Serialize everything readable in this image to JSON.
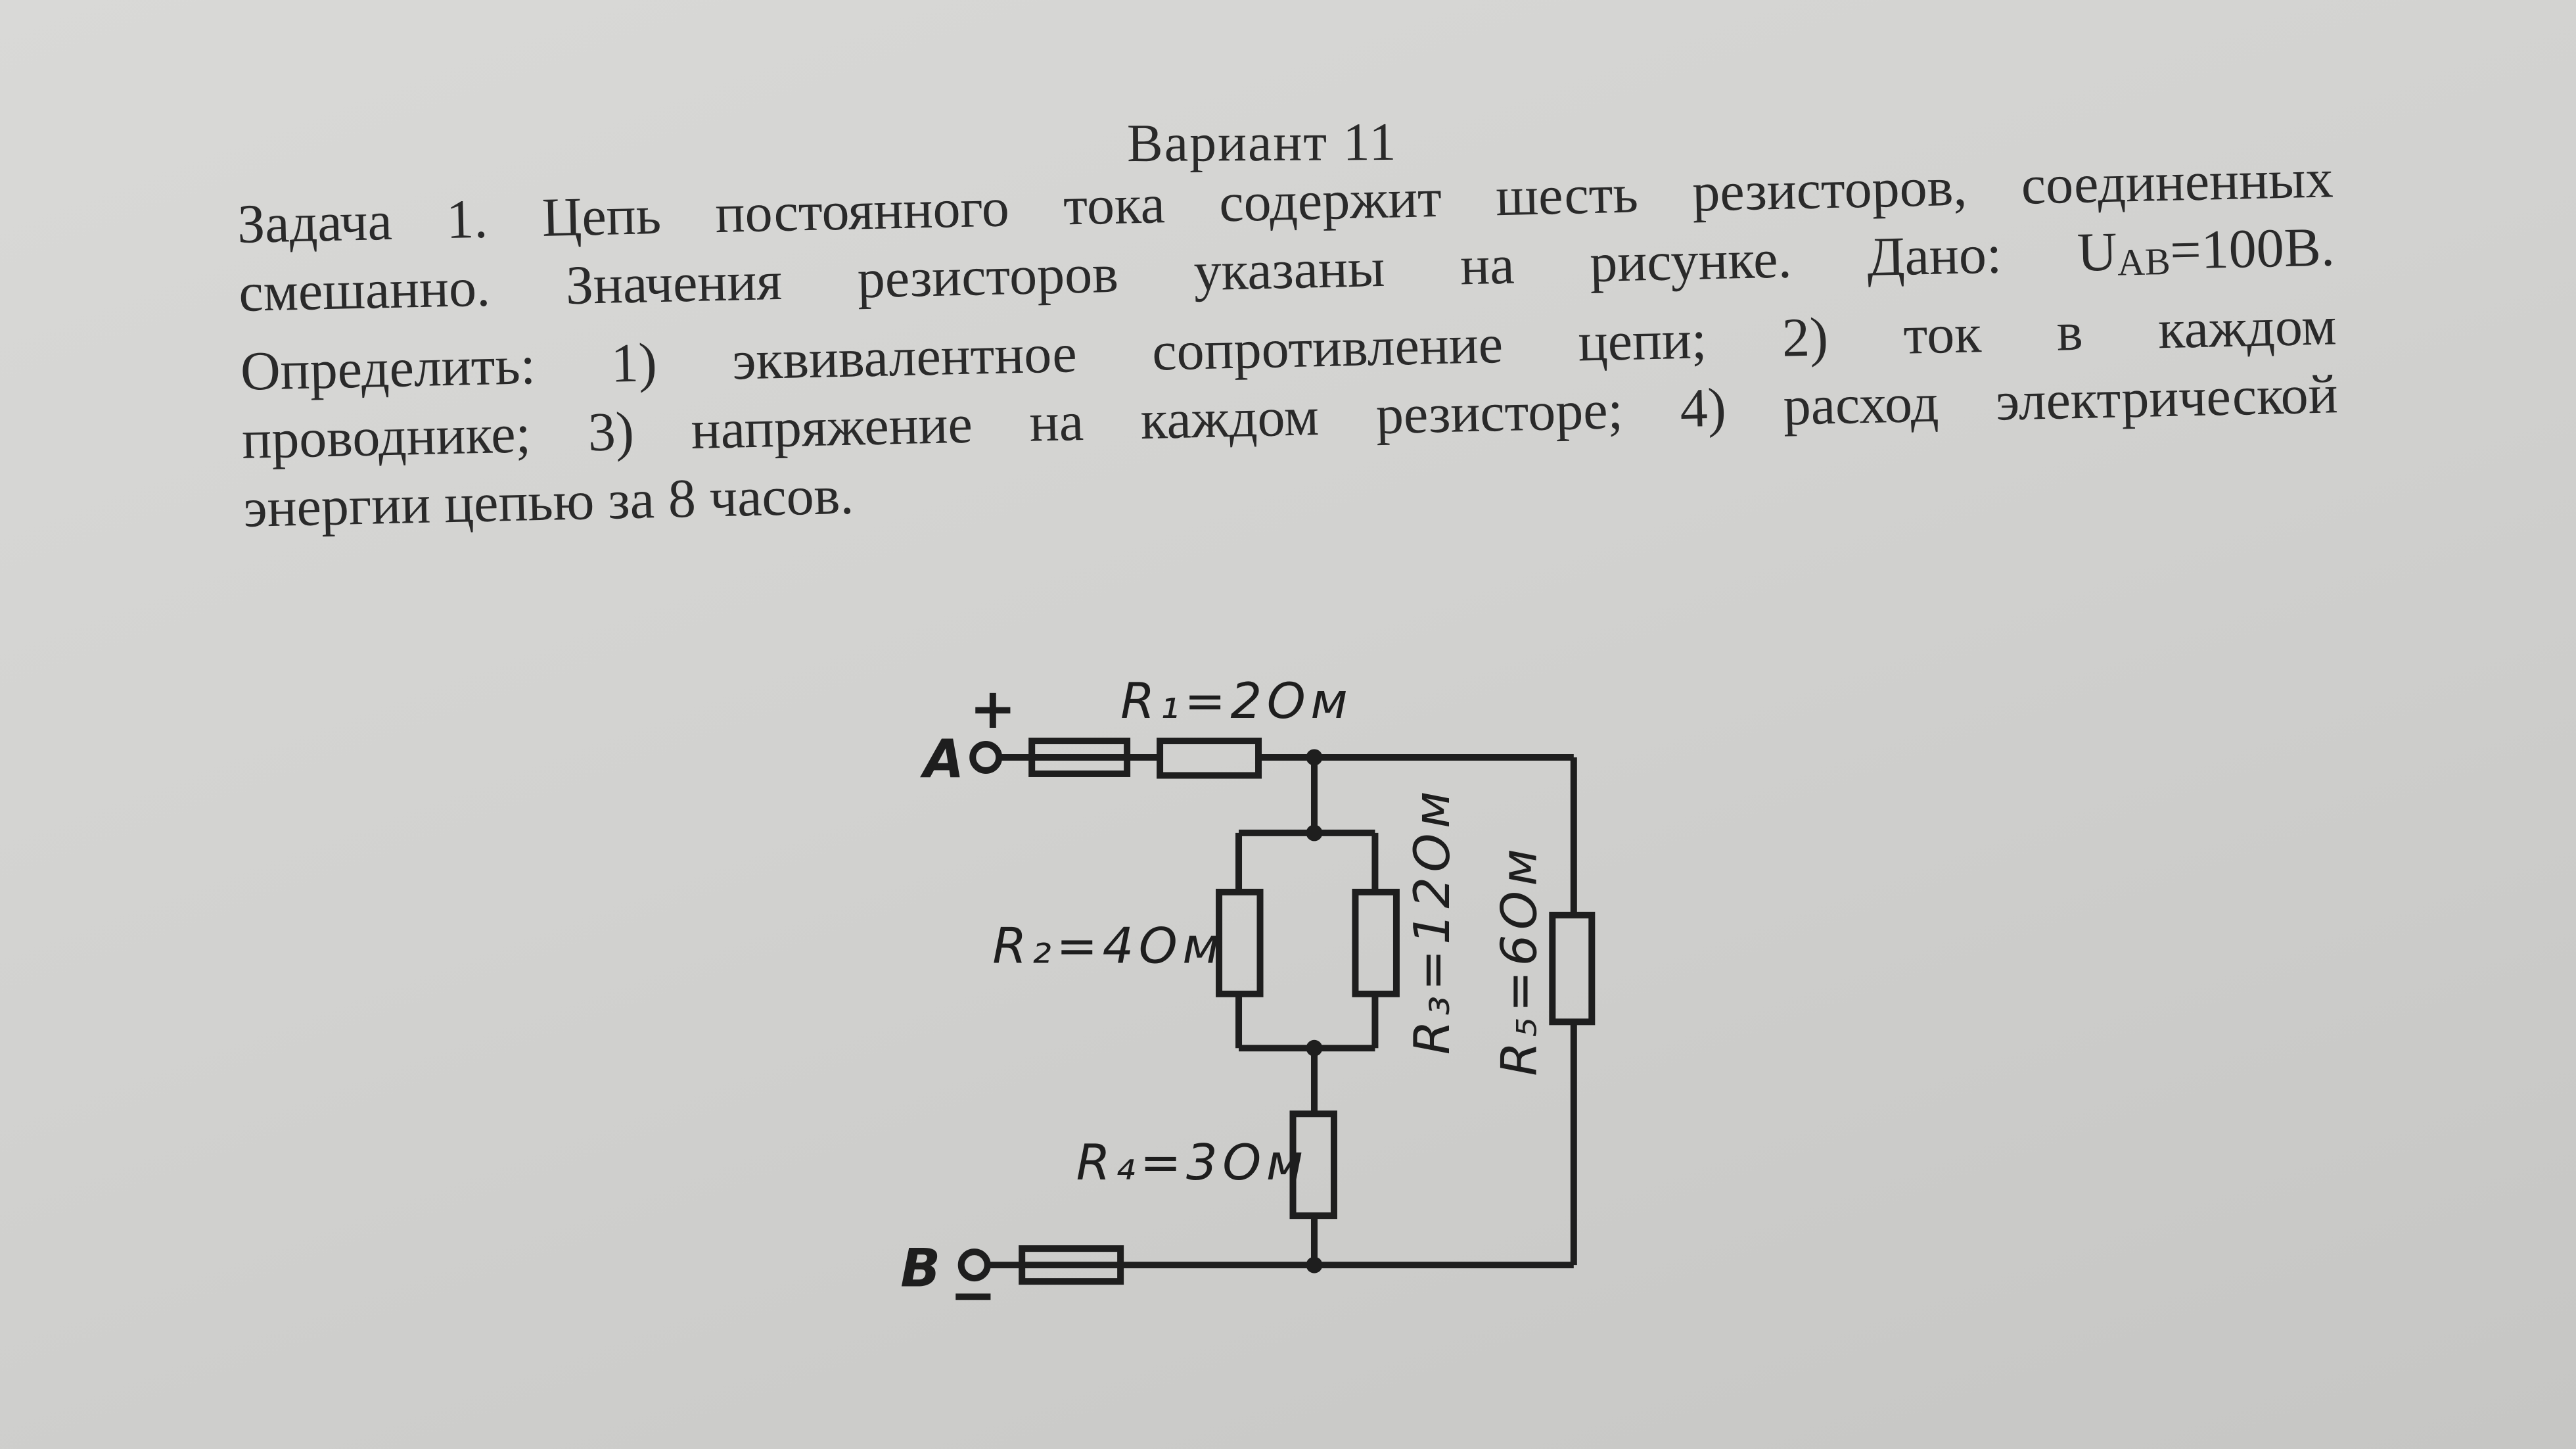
{
  "title": "Вариант 11",
  "task": {
    "lines": [
      "Задача 1. Цепь постоянного тока содержит шесть резисторов, соединенных",
      "смешанно. Значения резисторов указаны на рисунке. Дано:",
      "Определить: 1) эквивалентное сопротивление цепи; 2) ток в каждом",
      "проводнике; 3) напряжение на каждом резисторе; 4) расход электрической",
      "энергии цепью за 8 часов."
    ],
    "given_u": "U",
    "given_sub": "AB",
    "given_value": "=100В."
  },
  "circuit": {
    "terminal_a": "A",
    "terminal_b": "B",
    "plus": "+",
    "minus": "−",
    "r1": "R₁=2Ом",
    "r2": "R₂=4Ом",
    "r3": "R₃=12Ом",
    "r4": "R₄=3Ом",
    "r5": "R₅=6Ом"
  }
}
